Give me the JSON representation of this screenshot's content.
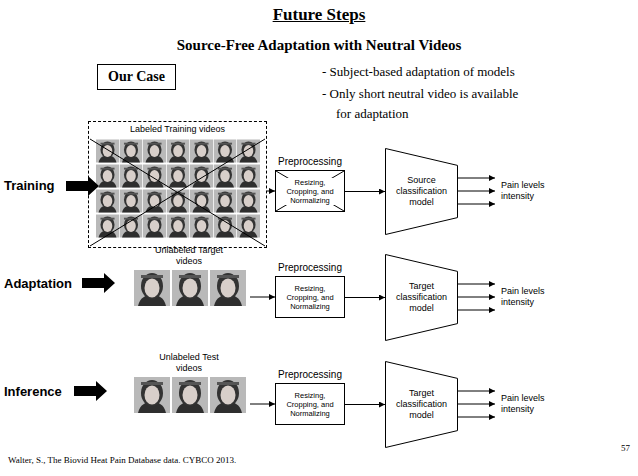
{
  "diagram": {
    "title": "Future Steps",
    "nodes": [
      {
        "text": [
          "Our Case"
        ]
      },
      {
        "text": [
          "Labeled Training videos"
        ]
      },
      {
        "text": [
          "Preprocessing",
          "Resizing, Cropping, and Normalizing"
        ]
      },
      {
        "text": [
          "Source classification model"
        ]
      },
      {
        "text": [
          "Unlabeled Target videos"
        ]
      },
      {
        "text": [
          "Preprocessing",
          "Resizing, Cropping, and Normalizing"
        ]
      },
      {
        "text": [
          "Target classification model"
        ]
      },
      {
        "text": [
          "Unlabeled Test videos"
        ]
      },
      {
        "text": [
          "Preprocessing",
          "Resizing, Cropping, and Normalizing"
        ]
      },
      {
        "text": [
          "Target classification model"
        ]
      }
    ],
    "edges": [
      {
        "from": 1,
        "to": 2,
        "arrow": "to"
      },
      {
        "from": 2,
        "to": 3,
        "arrow": "to"
      },
      {
        "from": 4,
        "to": 5,
        "arrow": "to"
      },
      {
        "from": 5,
        "to": 6,
        "arrow": "to"
      },
      {
        "from": 7,
        "to": 8,
        "arrow": "to"
      },
      {
        "from": 8,
        "to": 9,
        "arrow": "to"
      }
    ],
    "labels": [
      "Source-Free Adaptation with Neutral Videos",
      "- Subject-based adaptation of models",
      "- Only short neutral video is available for adaptation",
      "Training",
      "Adaptation",
      "Inference",
      "Pain levels intensity",
      "Pain levels intensity",
      "Pain levels intensity",
      "Walter, S., The Biovid Heat Pain Database data. CYBCO 2013.",
      "57"
    ]
  }
}
